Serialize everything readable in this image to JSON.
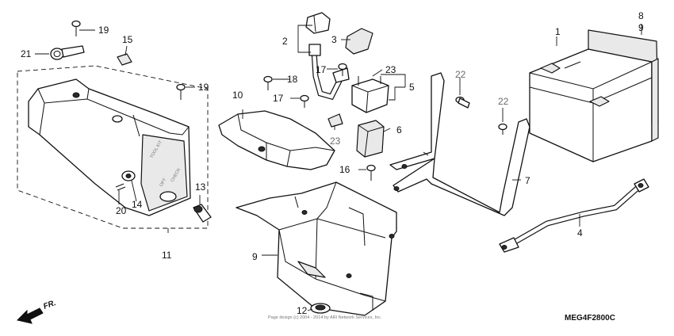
{
  "callouts": {
    "c1": "1",
    "c2": "2",
    "c3": "3",
    "c4": "4",
    "c5": "5",
    "c6": "6",
    "c7": "7",
    "c8": "8",
    "c9_top": "9",
    "c9_tray": "9",
    "c10": "10",
    "c11": "11",
    "c12": "12",
    "c13": "13",
    "c14": "14",
    "c15": "15",
    "c16": "16",
    "c17_upper": "17",
    "c17_lower": "17",
    "c18": "18",
    "c19_top": "19",
    "c19_cover": "19",
    "c20": "20",
    "c21": "21",
    "c22_upper": "22",
    "c22_lower": "22",
    "c23_upper": "23",
    "c23_lower": "23"
  },
  "cover_text": {
    "line1": "TOOL KIT",
    "line2": "OPT",
    "line3": "CHECK"
  },
  "copyright": "Page design (c) 2004 - 2014 by ARI Network Services, Inc.",
  "diagram_code": "MEG4F2800C",
  "front_marker": "FR.",
  "colors": {
    "line": "#111111",
    "grey_label": "#6a6a6a"
  }
}
